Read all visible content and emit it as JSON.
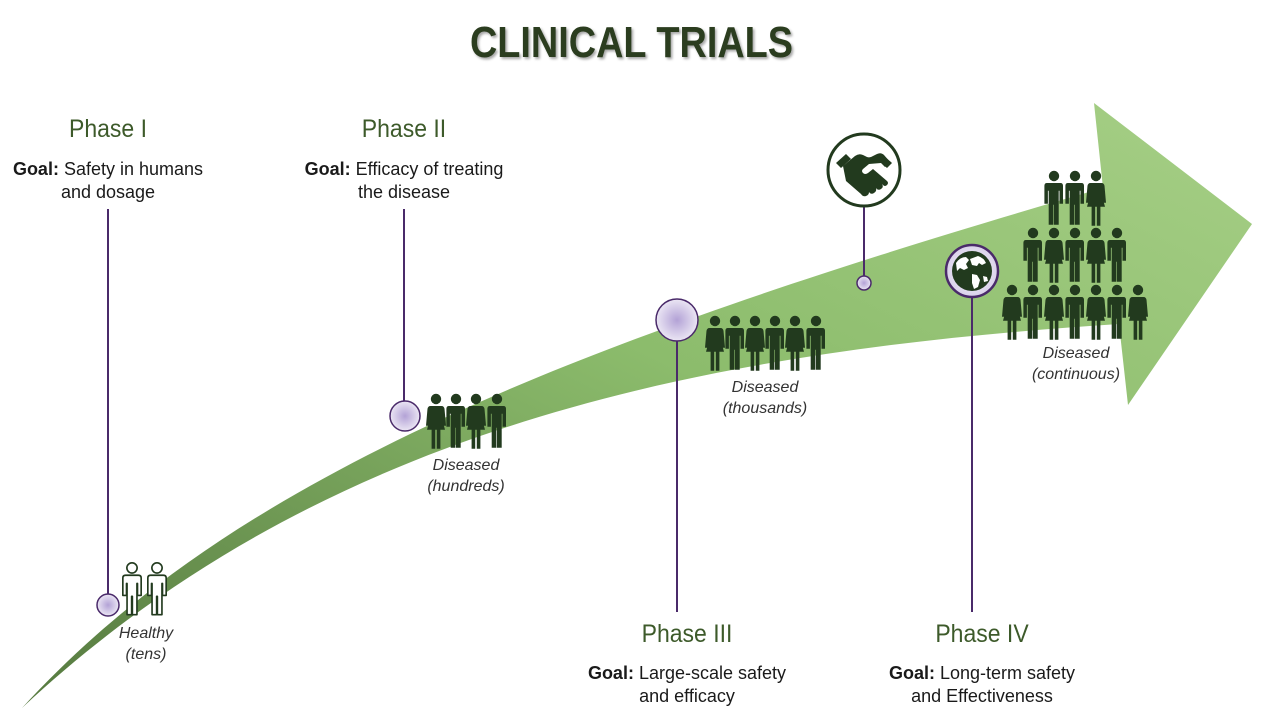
{
  "title": "CLINICAL TRIALS",
  "colors": {
    "arrow_light": "#a6cf86",
    "arrow_dark": "#55793f",
    "people": "#223a1e",
    "leader_line": "#4a2a6a",
    "dot_fill": "#cfc3e6",
    "title": "#2b3d1f",
    "phase_title": "#3d5a2a"
  },
  "phases": [
    {
      "name": "Phase I",
      "goal_label": "Goal:",
      "goal_line1": "Safety in humans",
      "goal_line2": "and dosage"
    },
    {
      "name": "Phase II",
      "goal_label": "Goal:",
      "goal_line1": "Efficacy of treating",
      "goal_line2": "the disease"
    },
    {
      "name": "Phase III",
      "goal_label": "Goal:",
      "goal_line1": "Large-scale safety",
      "goal_line2": "and efficacy"
    },
    {
      "name": "Phase IV",
      "goal_label": "Goal:",
      "goal_line1": "Long-term safety",
      "goal_line2": "and Effectiveness"
    }
  ],
  "groups": [
    {
      "line1": "Healthy",
      "line2": "(tens)"
    },
    {
      "line1": "Diseased",
      "line2": "(hundreds)"
    },
    {
      "line1": "Diseased",
      "line2": "(thousands)"
    },
    {
      "line1": "Diseased",
      "line2": "(continuous)"
    }
  ],
  "icons": [
    "person-outline-icon",
    "person-icon",
    "handshake-icon",
    "globe-icon"
  ]
}
